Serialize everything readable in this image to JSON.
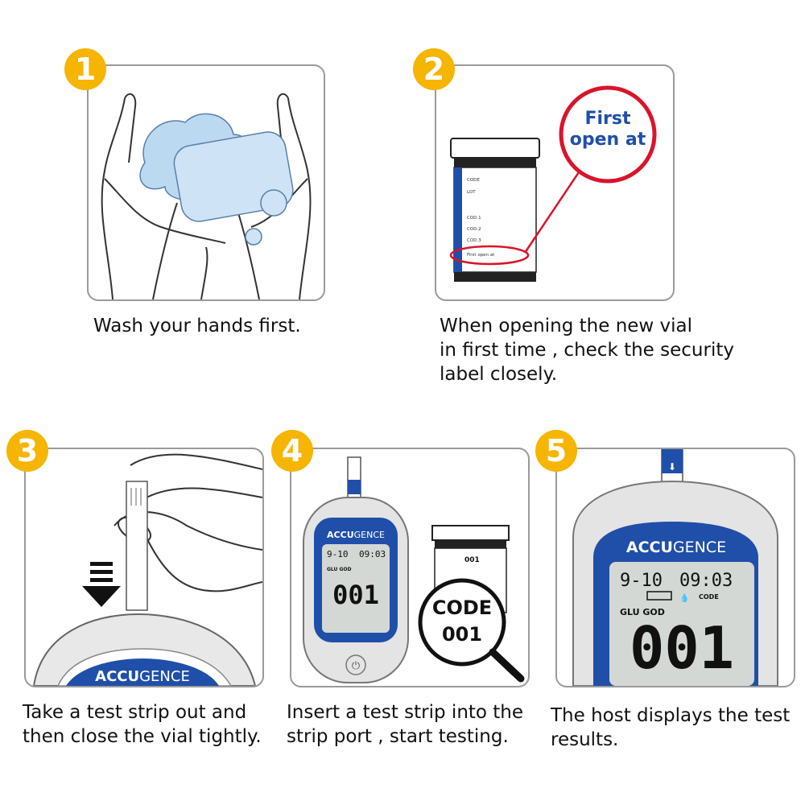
{
  "steps": [
    {
      "number": "1",
      "caption": "Wash your hands first."
    },
    {
      "number": "2",
      "caption": "When opening the new vial\nin first time , check the security\nlabel closely.",
      "callout_line1": "First",
      "callout_line2": "open at"
    },
    {
      "number": "3",
      "caption": "Take a test strip out and\nthen close the vial tightly."
    },
    {
      "number": "4",
      "caption": "Insert a test strip into the\nstrip port , start testing.",
      "magnifier_line1": "CODE",
      "magnifier_line2": "001",
      "vial_code": "001"
    },
    {
      "number": "5",
      "caption": "The host displays the test\nresults."
    }
  ],
  "meter": {
    "brand_prefix": "ACCU",
    "brand_suffix": "GENCE",
    "date": "9-10",
    "time": "09:03",
    "code_label": "CODE",
    "mode_label": "GLU GOD",
    "reading": "001"
  },
  "vial_labels": [
    "CODE",
    "LOT",
    "COD.1",
    "COD.2",
    "COD.3",
    "First open at"
  ],
  "colors": {
    "badge": "#f5b500",
    "brand_blue": "#1f4fa8",
    "callout_red": "#d9142b",
    "soap": "#bcd9f2"
  }
}
